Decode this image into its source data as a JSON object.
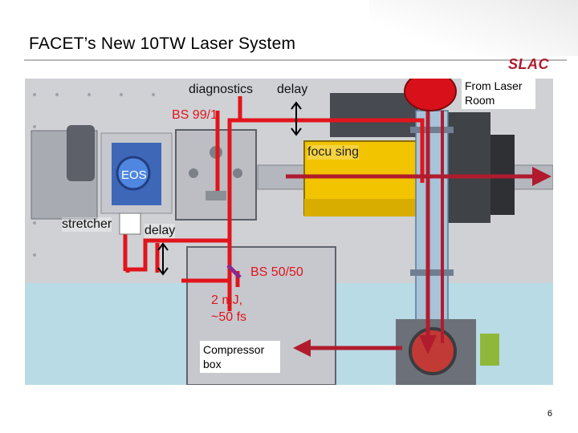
{
  "slide": {
    "title": "FACET’s New 10TW Laser System",
    "logo": "SLAC",
    "page_number": "6"
  },
  "labels": {
    "diagnostics": "diagnostics",
    "delay_top": "delay",
    "bs_99": "BS 99/1",
    "focusing": "focu sing",
    "eos": "EOS",
    "stretcher": "stretcher",
    "delay_bottom": "delay",
    "bs_50": "BS 50/50",
    "energy": "2 mJ,",
    "pulse": "~50 fs",
    "compressor": "Compressor box",
    "from_laser": "From Laser Room"
  },
  "colors": {
    "beam_red": "#e0151b",
    "brand": "#b01c2e",
    "water": "#b9dbe6",
    "yellow_mount": "#f2c400"
  }
}
